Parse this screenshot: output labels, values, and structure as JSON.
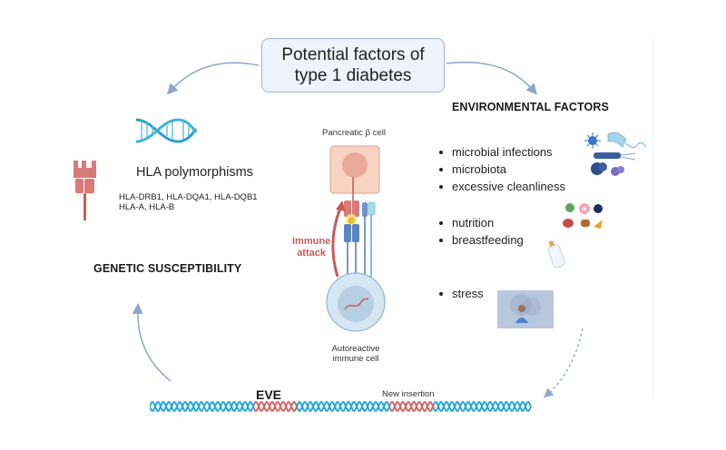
{
  "title": {
    "line1": "Potential factors of",
    "line2": "type 1 diabetes"
  },
  "genetic": {
    "heading": "GENETIC SUSCEPTIBILITY",
    "hla_title": "HLA polymorphisms",
    "genes_line1": "HLA-DRB1, HLA-DQA1, HLA-DQB1",
    "genes_line2": "HLA-A, HLA-B",
    "icons": [
      "dna-helix-icon",
      "hla-receptor-icon"
    ]
  },
  "center": {
    "beta_cell_label": "Pancreatic β cell",
    "attack_line1": "Immune",
    "attack_line2": "attack",
    "immune_cell_line1": "Autoreactive",
    "immune_cell_line2": "immune cell"
  },
  "environmental": {
    "heading": "ENVIRONMENTAL FACTORS",
    "group1": [
      "microbial infections",
      "microbiota",
      "excessive cleanliness"
    ],
    "group2": [
      "nutrition",
      "breastfeeding"
    ],
    "group3": [
      "stress"
    ],
    "icons": [
      "microbes-icon",
      "food-icon",
      "baby-bottle-icon",
      "stress-person-icon"
    ]
  },
  "bottom": {
    "eve_label": "EVE",
    "insertion_label": "New insertion"
  },
  "colors": {
    "dna_blue": "#2aa7d8",
    "dna_red": "#d06868",
    "arrow": "#8ea4cc",
    "title_fill": "#eef3fc",
    "title_border": "#9fb3d4",
    "receptor": "#d97a76",
    "beta_cell": "#f8d3c4",
    "immune_cell": "#d6e6f2",
    "attack": "#c85a5a"
  }
}
